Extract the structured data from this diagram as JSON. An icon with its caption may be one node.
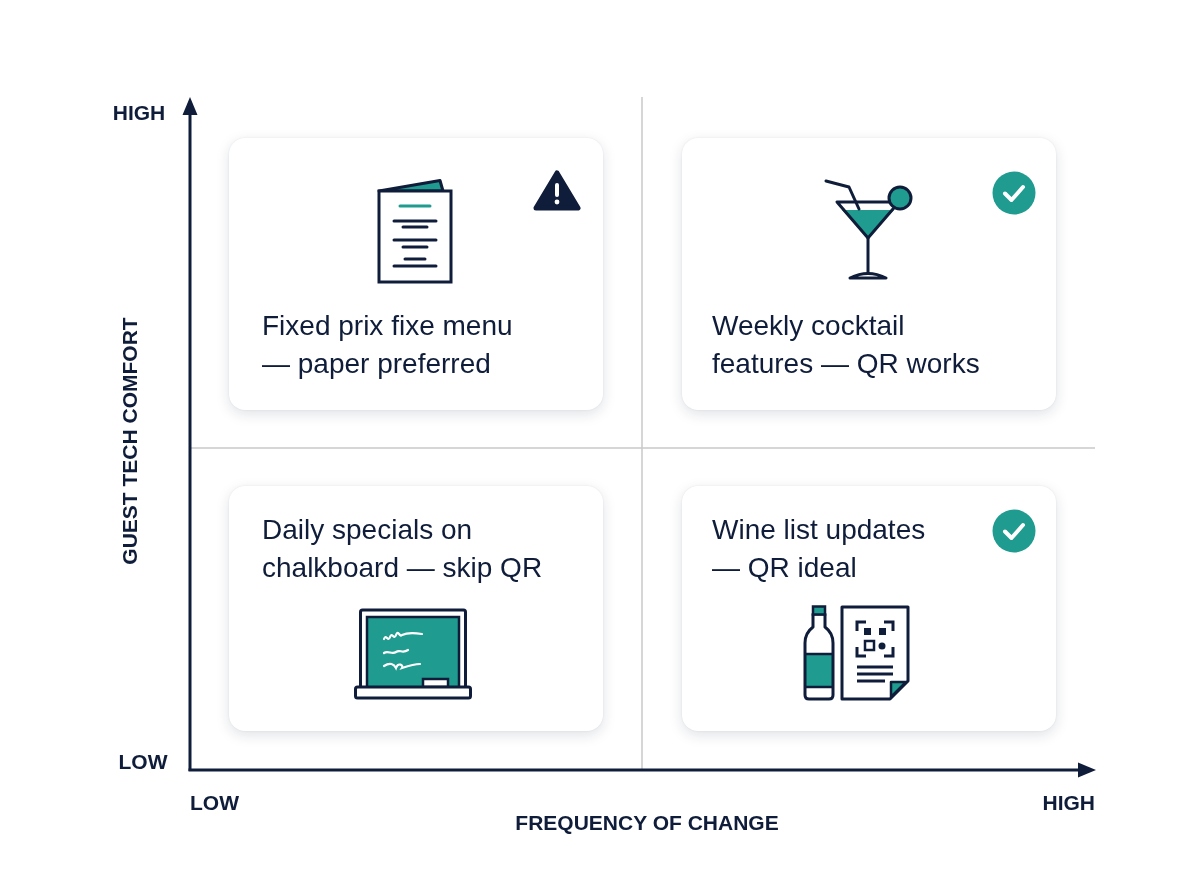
{
  "diagram": {
    "nodes": [
      {
        "text": [
          "Fixed prix fixe menu — paper preferred"
        ]
      },
      {
        "text": [
          "Weekly cocktail features — QR works"
        ]
      },
      {
        "text": [
          "Daily specials on chalkboard — skip QR"
        ]
      },
      {
        "text": [
          "Wine list updates — QR ideal"
        ]
      }
    ],
    "labels": [
      "HIGH",
      "GUEST TECH COMFORT",
      "LOW",
      "LOW",
      "HIGH",
      "FREQUENCY OF CHANGE"
    ]
  }
}
